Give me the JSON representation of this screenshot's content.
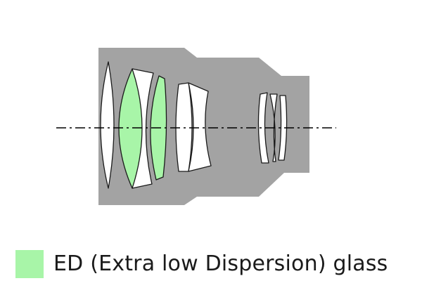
{
  "colors": {
    "background": "#ffffff",
    "barrel": "#a3a3a3",
    "ed_glass": "#a8f5a8",
    "standard_glass": "#ffffff",
    "outline": "#1a1a1a",
    "axis": "#000000"
  },
  "legend": {
    "label": "ED (Extra low Dispersion) glass",
    "swatch_color": "#a8f5a8"
  },
  "elements": [
    {
      "group": 1,
      "glass": "standard"
    },
    {
      "group": 1,
      "glass": "ED"
    },
    {
      "group": 1,
      "glass": "standard"
    },
    {
      "group": 1,
      "glass": "ED"
    },
    {
      "group": 2,
      "glass": "standard"
    },
    {
      "group": 2,
      "glass": "standard"
    },
    {
      "group": 3,
      "glass": "standard"
    },
    {
      "group": 3,
      "glass": "standard"
    },
    {
      "group": 3,
      "glass": "standard"
    }
  ]
}
